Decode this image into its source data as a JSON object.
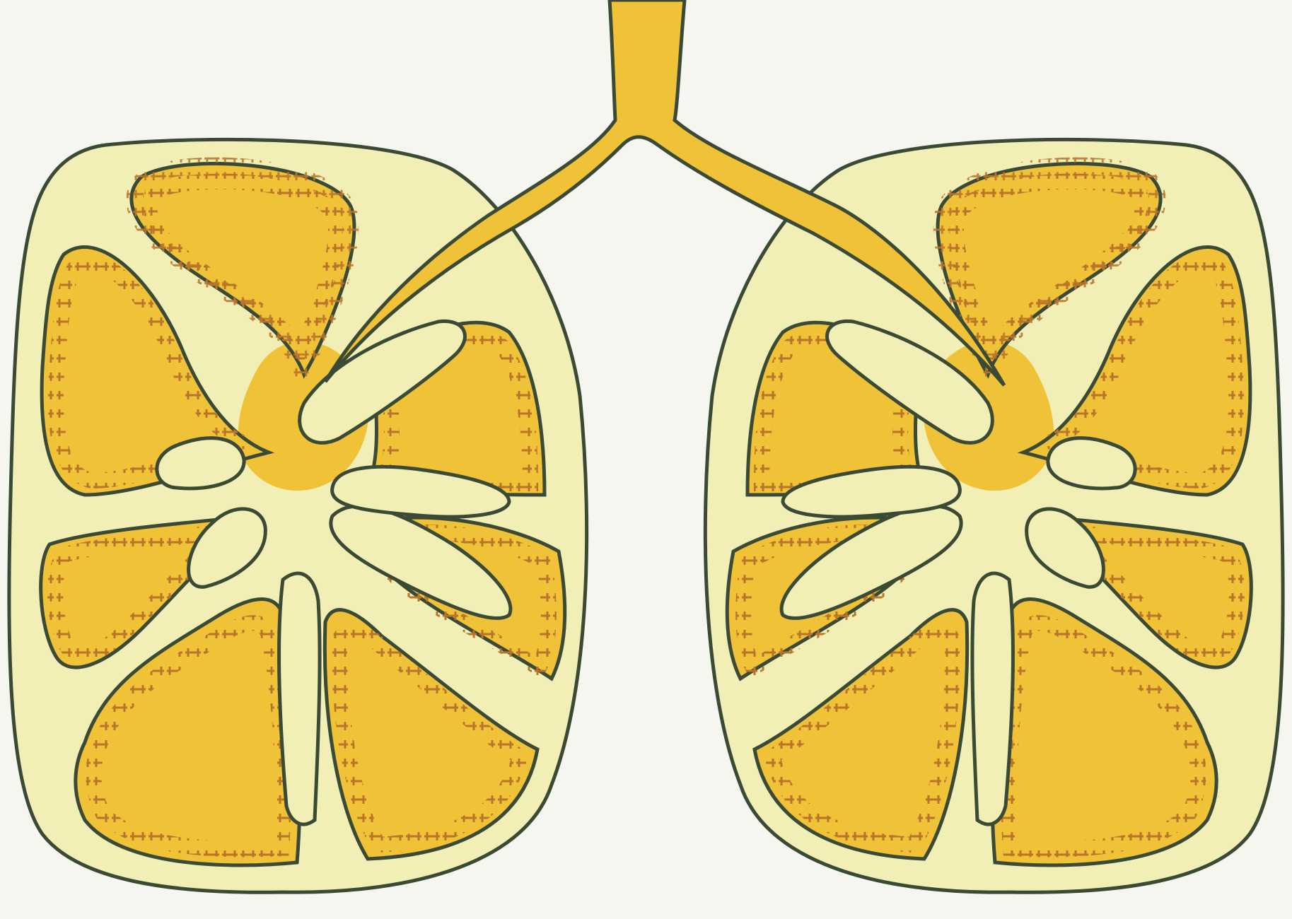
{
  "diagram": {
    "colors": {
      "background": "#f4f6ef",
      "sac_fill": "#f1efb6",
      "tissue_fill": "#efc238",
      "outline": "#3b4a35",
      "stitch": "#b9742a"
    },
    "structures": {
      "tube": "branching-duct",
      "sacs": [
        "left-sac",
        "right-sac"
      ],
      "lobes_per_sac": 7
    }
  }
}
